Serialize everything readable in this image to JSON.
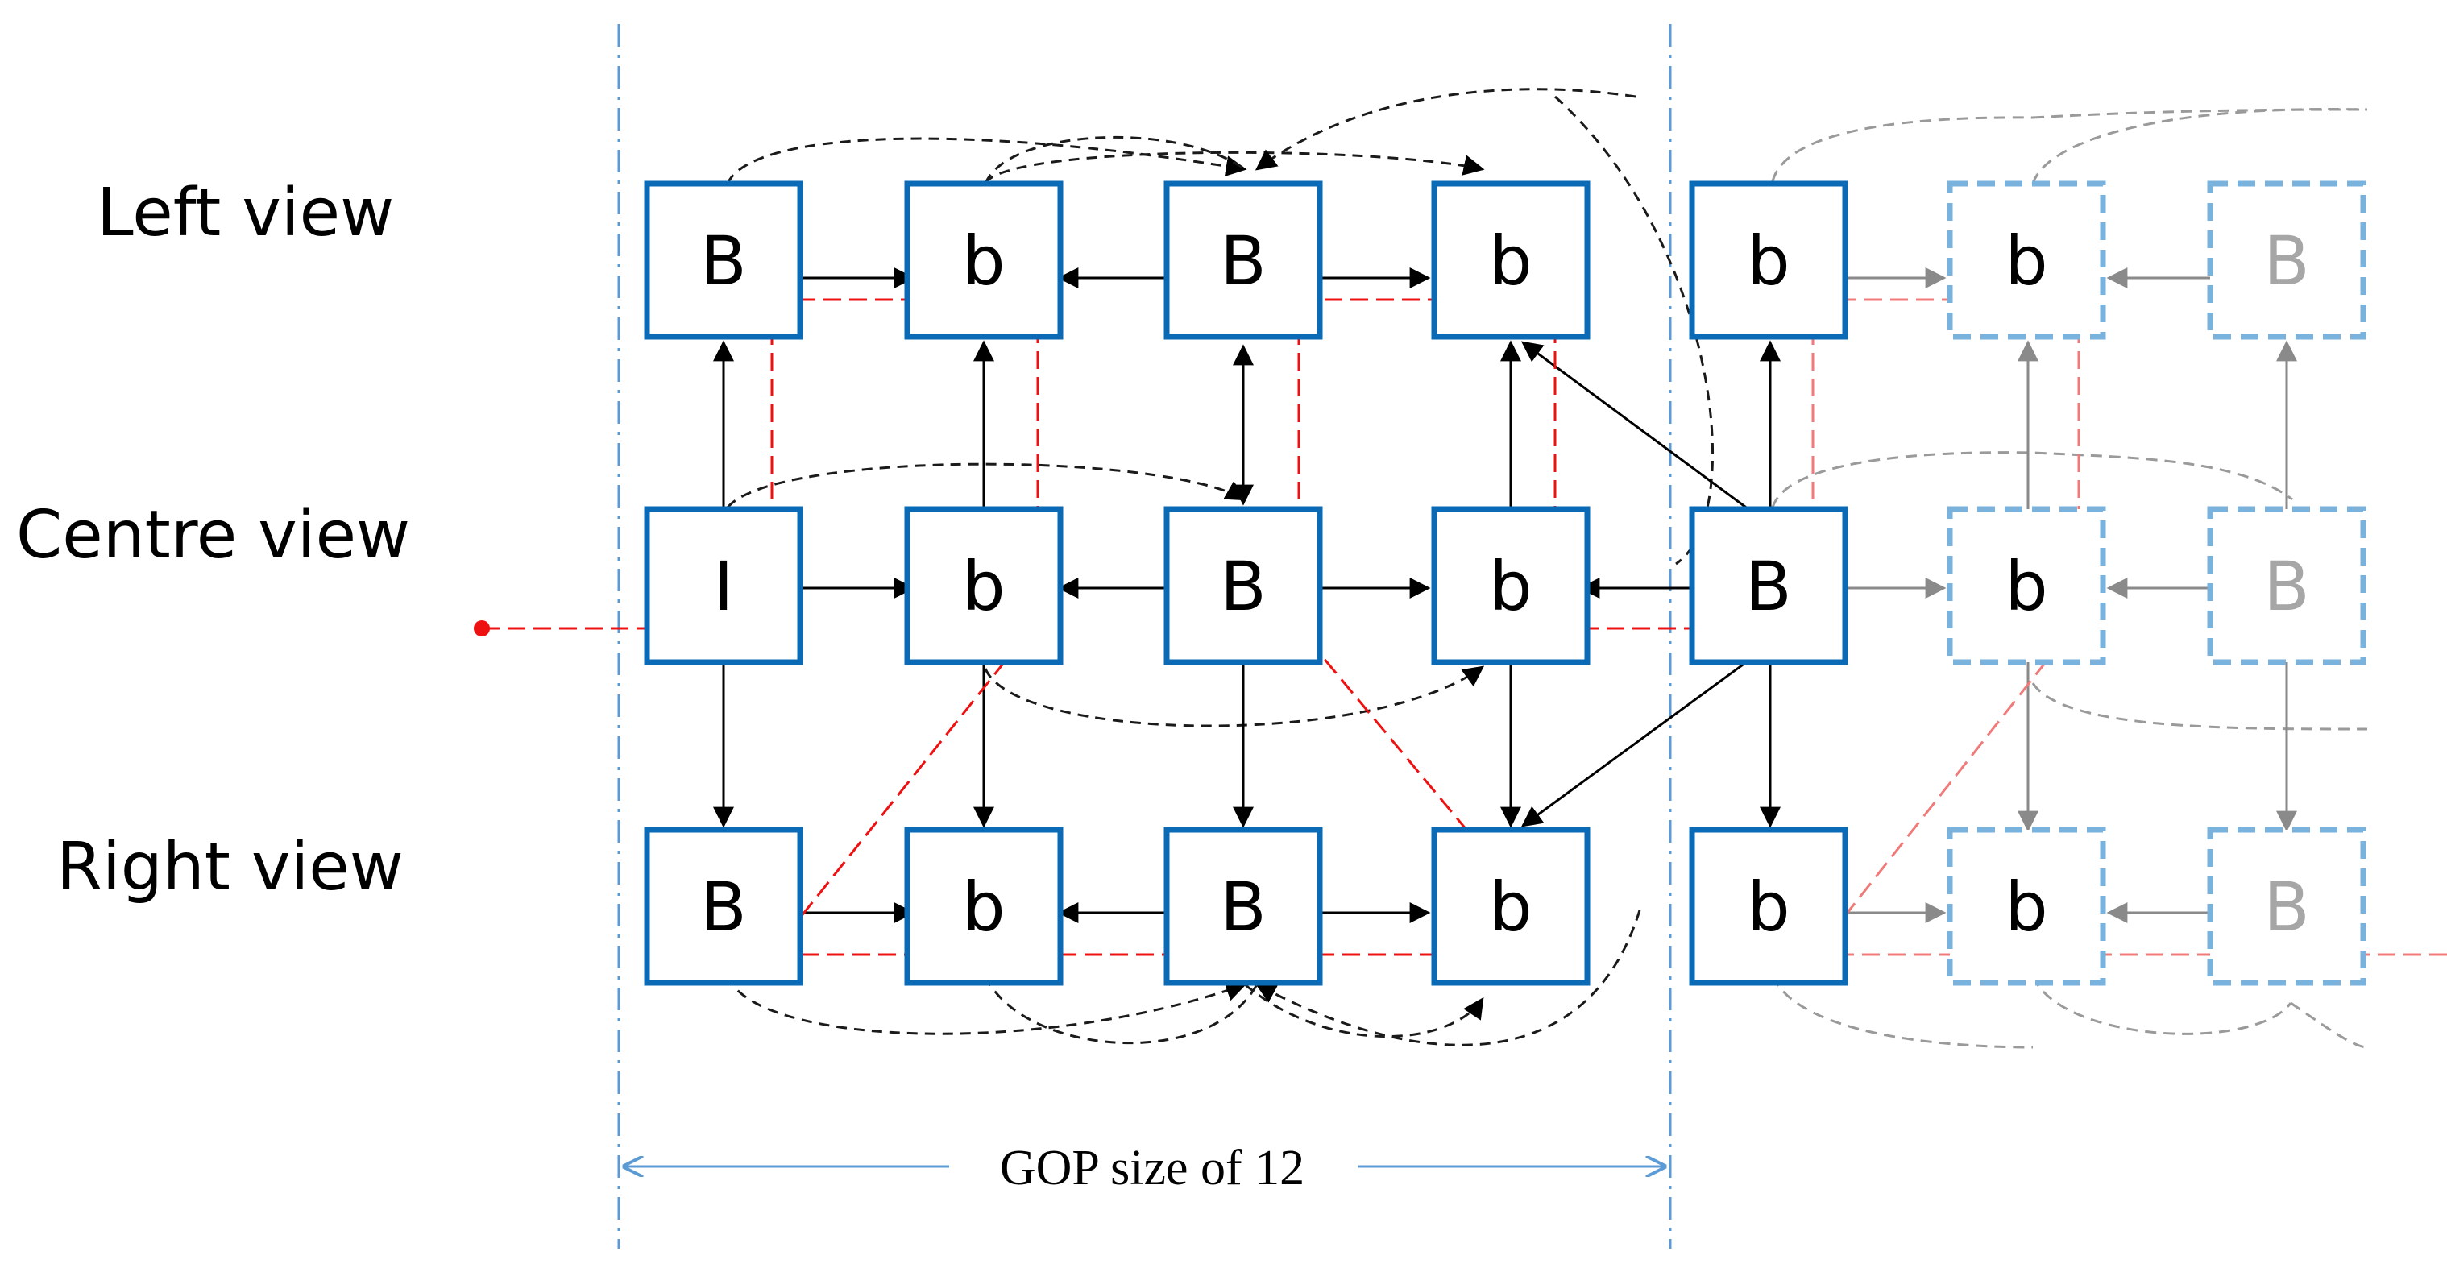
{
  "rows": [
    {
      "label": "Left view"
    },
    {
      "label": "Centre view"
    },
    {
      "label": "Right view"
    }
  ],
  "frames": [
    [
      "B",
      "b",
      "B",
      "b",
      "b",
      "b",
      "B"
    ],
    [
      "I",
      "b",
      "B",
      "b",
      "B",
      "b",
      "B"
    ],
    [
      "B",
      "b",
      "B",
      "b",
      "b",
      "b",
      "B"
    ]
  ],
  "gop_label": "GOP size of 12",
  "colors": {
    "box_border": "#0b6ab5",
    "box_border_faded": "#79b2dc",
    "arrow": "#000000",
    "arrow_faded": "#8a8a8a",
    "path": "#ee1111",
    "path_faded": "#f07a7a",
    "gop": "#5b9bd5",
    "faded_text": "#a6a6a6"
  }
}
